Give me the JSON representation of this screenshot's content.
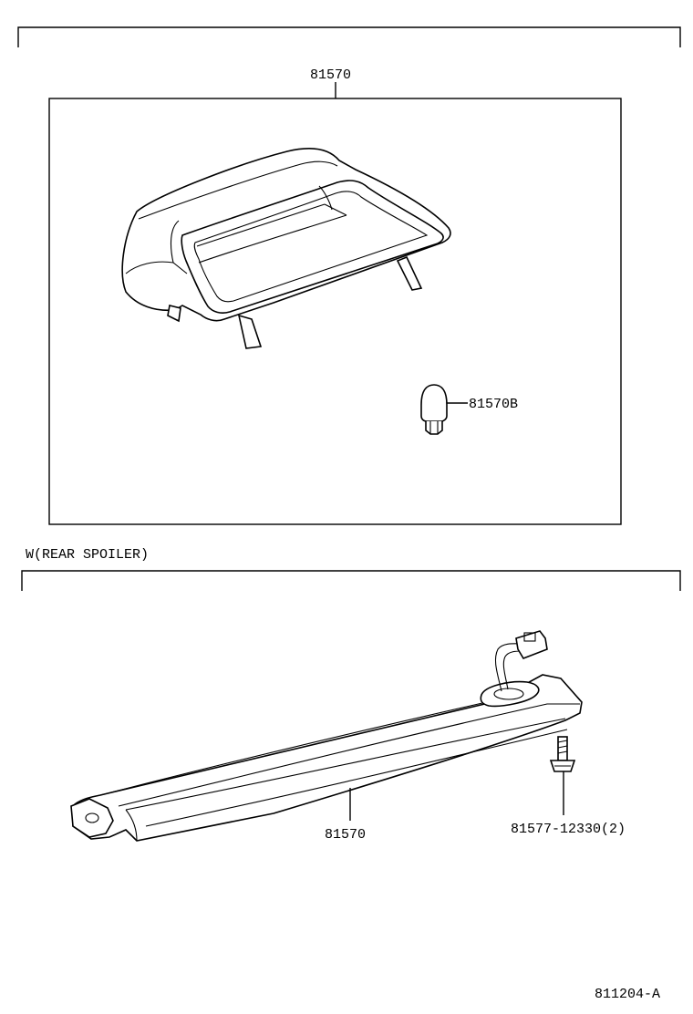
{
  "top_section": {
    "assembly_part_number": "81570",
    "bulb_part_number": "81570B"
  },
  "bottom_section": {
    "heading": "W(REAR SPOILER)",
    "assembly_part_number": "81570",
    "screw_part_number": "81577-12330(2)"
  },
  "figure_id": "811204-A"
}
